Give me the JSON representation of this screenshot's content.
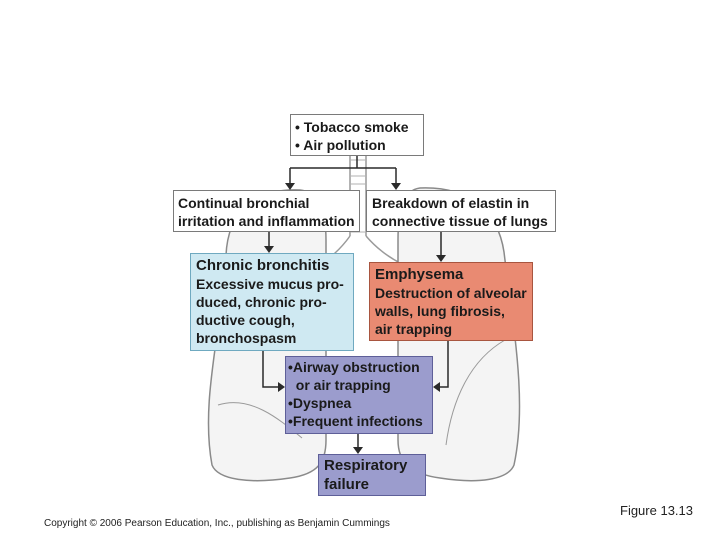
{
  "diagram": {
    "causes": [
      "• Tobacco smoke",
      "• Air pollution"
    ],
    "irritation": [
      "Continual bronchial",
      "irritation and inflammation"
    ],
    "elastin": [
      "Breakdown of elastin in",
      "connective tissue of lungs"
    ],
    "chronic_bronchitis": {
      "title": "Chronic bronchitis",
      "lines": [
        "Excessive mucus pro-",
        "duced, chronic pro-",
        "ductive cough,",
        "bronchospasm"
      ]
    },
    "emphysema": {
      "title": "Emphysema",
      "lines": [
        "Destruction of alveolar",
        "walls, lung fibrosis,",
        "air trapping"
      ]
    },
    "effects": [
      "•Airway obstruction",
      "  or air trapping",
      "•Dyspnea",
      "•Frequent infections"
    ],
    "failure": [
      "Respiratory",
      "failure"
    ]
  },
  "figure_label": "Figure 13.13",
  "copyright": "Copyright © 2006 Pearson Education, Inc., publishing as Benjamin Cummings",
  "colors": {
    "bronchitis_fill": "#cfe9f2",
    "emphysema_fill": "#e98a72",
    "effects_fill": "#9b9ccd",
    "lung_fill": "#f4f4f4",
    "lung_outline": "#8a8a8a"
  }
}
